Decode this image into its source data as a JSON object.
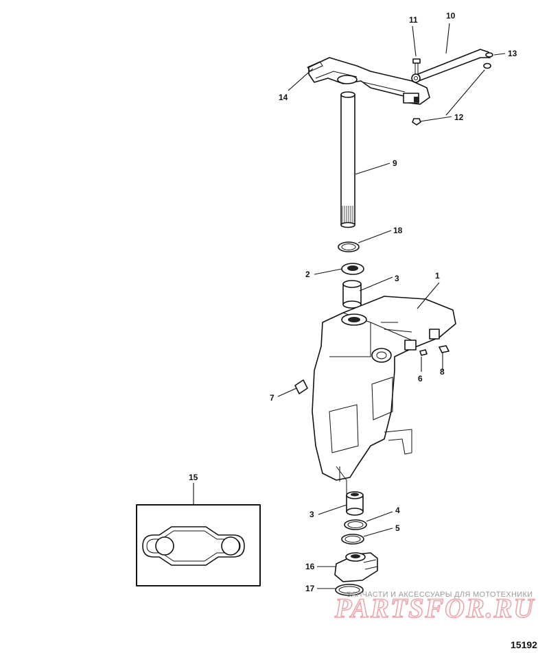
{
  "callouts": {
    "c1": "1",
    "c2": "2",
    "c3a": "3",
    "c3b": "3",
    "c4": "4",
    "c5": "5",
    "c6": "6",
    "c7": "7",
    "c8": "8",
    "c9": "9",
    "c10": "10",
    "c11": "11",
    "c12": "12",
    "c13": "13",
    "c14": "14",
    "c15": "15",
    "c16": "16",
    "c17": "17",
    "c18": "18"
  },
  "figure_number": "15192",
  "watermark": {
    "caption": "ЗАПЧАСТИ И АКСЕССУАРЫ ДЛЯ МОТОТЕХНИКИ",
    "logo": "PARTSFOR.RU"
  }
}
